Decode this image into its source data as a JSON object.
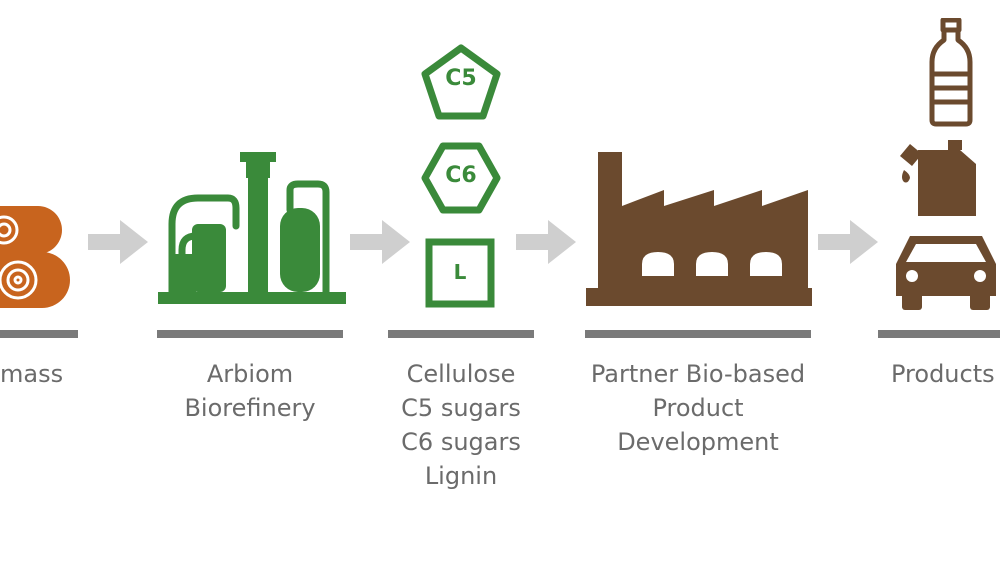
{
  "colors": {
    "biomass_orange": "#c8641e",
    "green": "#3a8a3a",
    "brown": "#6b4a2e",
    "arrow_gray": "#cfcfcf",
    "bar_gray": "#7a7a7a",
    "text_gray": "#6b6b6b"
  },
  "stages": {
    "biomass": {
      "label": "mass",
      "icon": "wood-logs-icon"
    },
    "biorefinery": {
      "label": "Arbiom\nBiorefinery",
      "icon": "refinery-plant-icon"
    },
    "cellulose": {
      "label": "Cellulose\nC5 sugars\nC6 sugars\nLignin",
      "icon_c5": "C5",
      "icon_c6": "C6",
      "icon_l": "L"
    },
    "partner": {
      "label": "Partner Bio-based\nProduct\nDevelopment",
      "icon": "factory-icon"
    },
    "products": {
      "label": "Products",
      "icon": "products-icon"
    }
  }
}
